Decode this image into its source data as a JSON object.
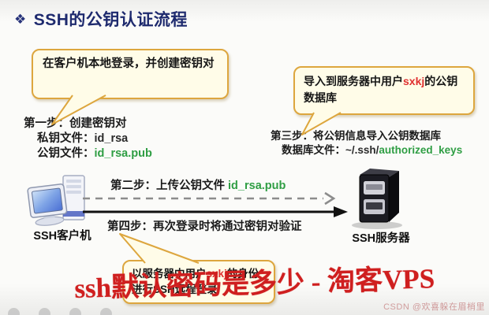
{
  "title": {
    "bullet": "❖",
    "text": "SSH的公钥认证流程"
  },
  "callout_client": {
    "text": "在客户机本地登录，并创建密钥对"
  },
  "callout_import": {
    "pre": "导入到服务器中用户",
    "user": "sxkj",
    "post": "的公钥数据库"
  },
  "callout_login": {
    "pre": "以服务器中用户",
    "user": "sxkj",
    "post": "的身份进行SSH远程登录"
  },
  "step1": {
    "title": "第一步：创建密钥对",
    "private_label": "私钥文件：",
    "private_file": "id_rsa",
    "public_label": "公钥文件：",
    "public_file": "id_rsa.pub"
  },
  "step2": {
    "label": "第二步：上传公钥文件",
    "file": "id_rsa.pub"
  },
  "step3": {
    "title": "第三步：将公钥信息导入公钥数据库",
    "db_label": "数据库文件：",
    "path_prefix": "~/.ssh/",
    "path_file": "authorized_keys"
  },
  "step4": {
    "text": "第四步：再次登录时将通过密钥对验证"
  },
  "client": {
    "label": "SSH客户机"
  },
  "server": {
    "label": "SSH服务器"
  },
  "overlay": {
    "headline": "ssh默认密码是多少 - 淘客VPS",
    "watermark": "CSDN @欢喜躲在眉梢里"
  },
  "colors": {
    "title_navy": "#1e2a6e",
    "bubble_fill": "#fffce8",
    "bubble_border": "#dda63e",
    "accent_green": "#2f9e44",
    "accent_red": "#e03030",
    "headline_red": "#cf1f1f",
    "arrow_dashed_gray": "#8c8c8c",
    "arrow_solid_black": "#111111"
  }
}
